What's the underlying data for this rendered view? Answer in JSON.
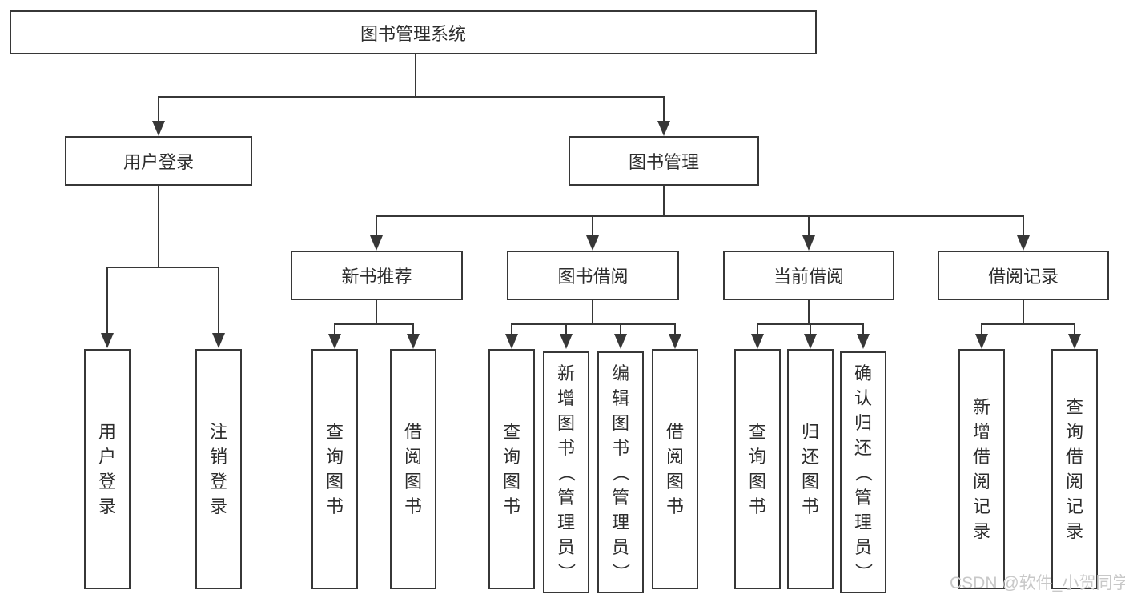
{
  "diagram": {
    "title": "图书管理系统",
    "nodes": {
      "root": "图书管理系统",
      "user_login": "用户登录",
      "book_mgmt": "图书管理",
      "new_book_rec": "新书推荐",
      "book_borrow": "图书借阅",
      "current_borrow": "当前借阅",
      "borrow_records": "借阅记录",
      "ul_user_login": "用户登录",
      "ul_logout": "注销登录",
      "nr_query_book": "查询图书",
      "nr_borrow_book": "借阅图书",
      "bb_query_book": "查询图书",
      "bb_add_book": "新增图书（管理员）",
      "bb_edit_book": "编辑图书（管理员）",
      "bb_borrow_book": "借阅图书",
      "cb_query_book": "查询图书",
      "cb_return_book": "归还图书",
      "cb_confirm_return": "确认归还（管理员）",
      "br_add_record": "新增借阅记录",
      "br_query_record": "查询借阅记录"
    }
  },
  "watermark": {
    "text": "CSDN @软件_小贺同学"
  },
  "colors": {
    "line": "#373737",
    "text": "#2d2d2d",
    "watermark": "#c8c8c8",
    "background": "#ffffff"
  }
}
